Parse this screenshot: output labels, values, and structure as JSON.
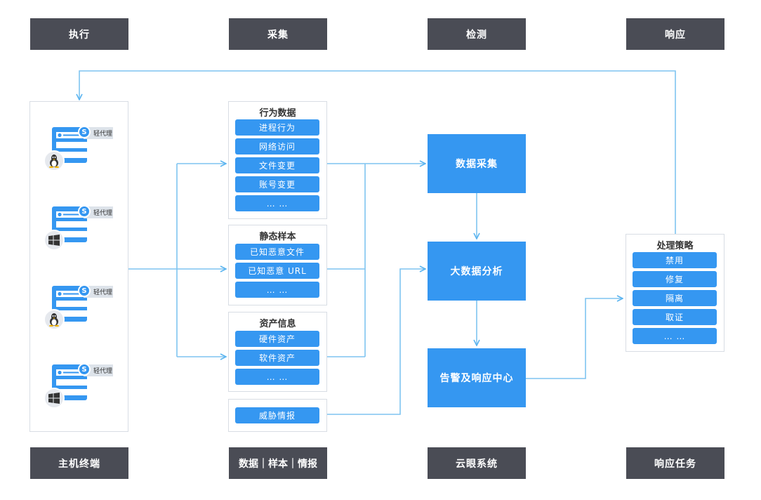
{
  "stages": {
    "top": [
      "执行",
      "采集",
      "检测",
      "响应"
    ],
    "bottom": [
      "主机终端",
      "数据｜样本｜情报",
      "云眼系统",
      "响应任务"
    ]
  },
  "hosts": {
    "agent_badge": "S",
    "agent_label": "轻代理",
    "items": [
      {
        "os_icon": "linux-icon"
      },
      {
        "os_icon": "windows-icon"
      },
      {
        "os_icon": "linux-icon"
      },
      {
        "os_icon": "windows-icon"
      }
    ]
  },
  "groups": {
    "behavior": {
      "title": "行为数据",
      "items": [
        "进程行为",
        "网络访问",
        "文件变更",
        "账号变更",
        "… …"
      ]
    },
    "static": {
      "title": "静态样本",
      "items": [
        "已知恶意文件",
        "已知恶意 URL",
        "… …"
      ]
    },
    "asset": {
      "title": "资产信息",
      "items": [
        "硬件资产",
        "软件资产",
        "… …"
      ]
    },
    "intel": {
      "item": "威胁情报"
    }
  },
  "cloud": {
    "collect": "数据采集",
    "analyze": "大数据分析",
    "alert": "告警及响应中心"
  },
  "policy": {
    "title": "处理策略",
    "items": [
      "禁用",
      "修复",
      "隔离",
      "取证",
      "… …"
    ]
  },
  "colors": {
    "accent": "#3597f1",
    "dark_label": "#4a4c55",
    "line": "#7fc4f0"
  }
}
